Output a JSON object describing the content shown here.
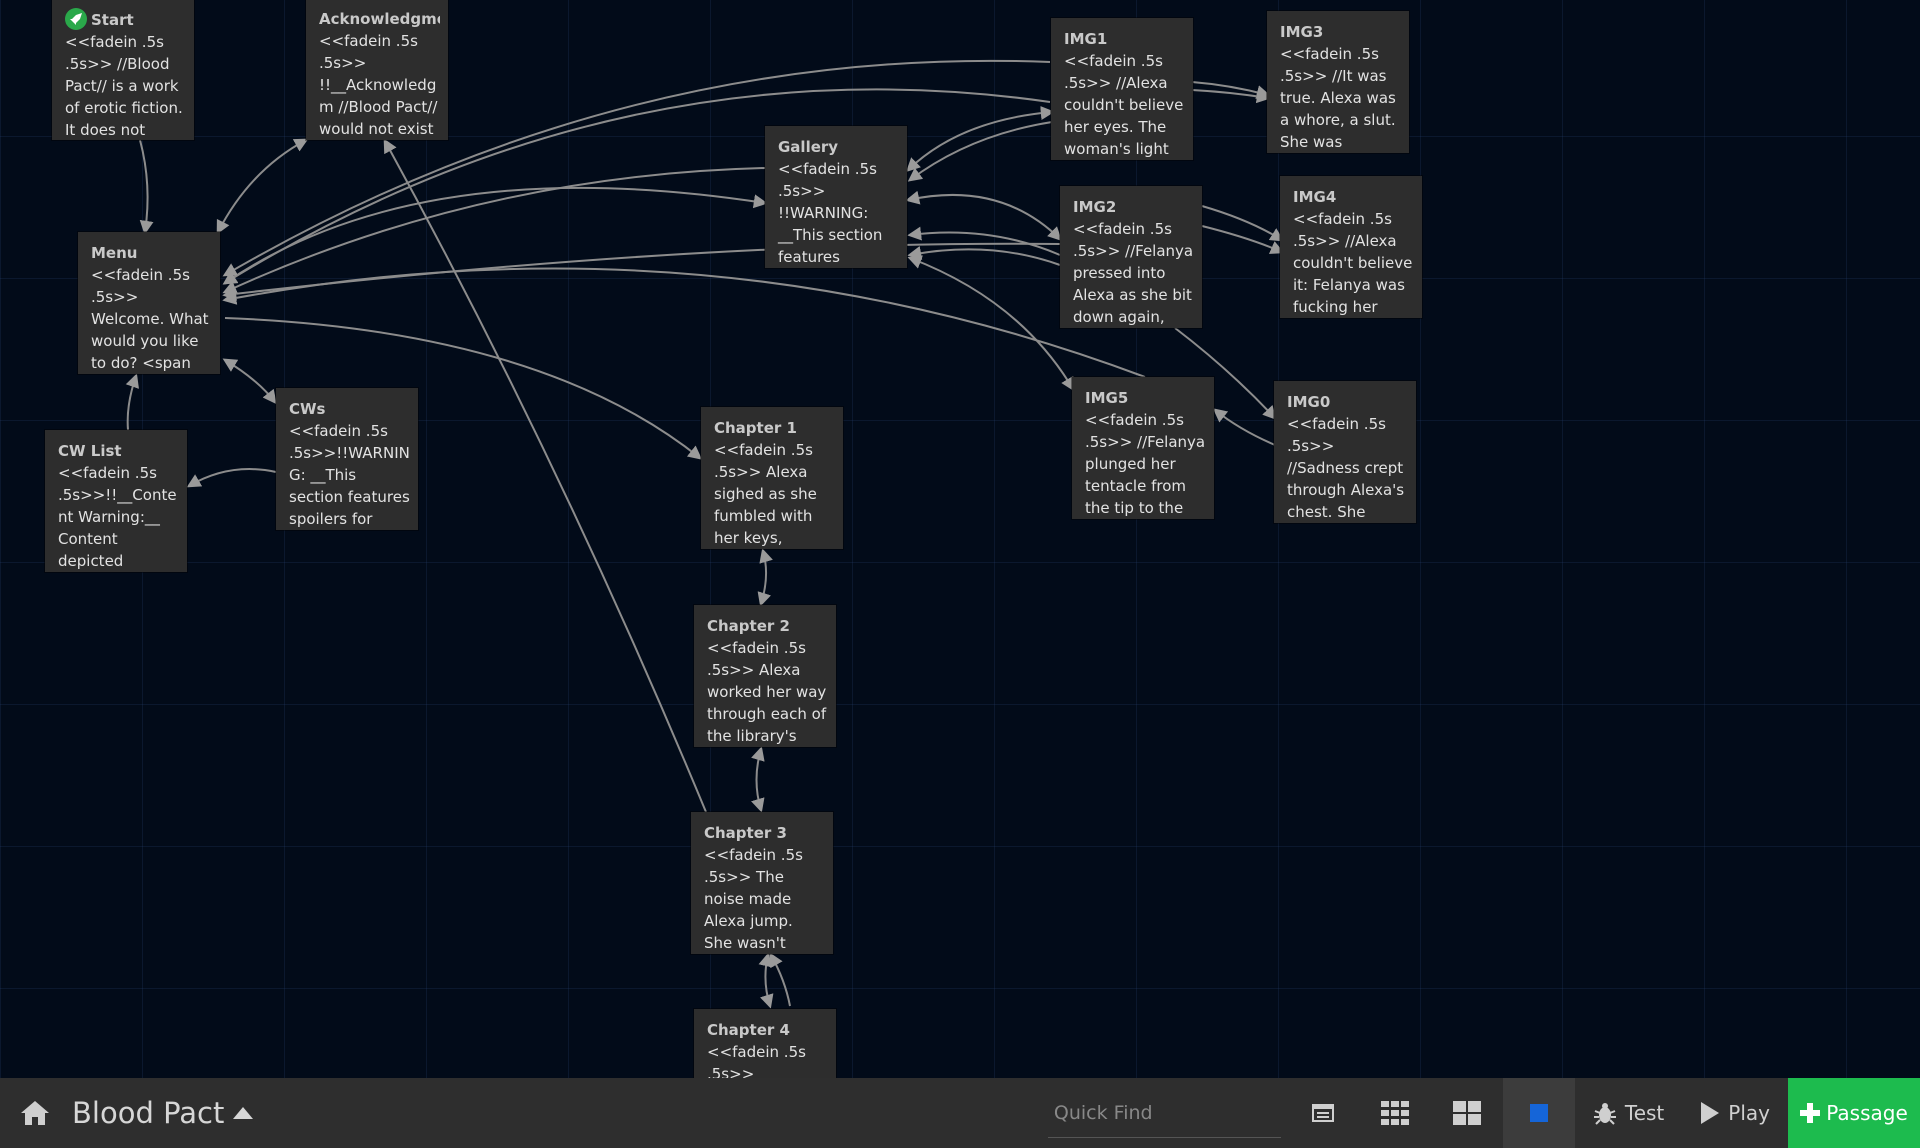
{
  "toolbar": {
    "story_name": "Blood Pact",
    "quick_find_placeholder": "Quick Find",
    "test_label": "Test",
    "play_label": "Play",
    "add_passage_label": "Passage",
    "home_icon": "home-icon",
    "story_menu_icon": "caret-up-icon",
    "view_icons": [
      "story-details-icon",
      "small-grid-icon",
      "medium-grid-icon",
      "large-square-icon"
    ],
    "accent_add_color": "#1dbb4e",
    "accent_zoom_color": "#1565d8"
  },
  "passages": [
    {
      "id": "start",
      "title": "Start",
      "excerpt": "<<fadein .5s .5s>> //Blood Pact// is a work of erotic fiction. It does not",
      "is_start": true
    },
    {
      "id": "acknowledgments",
      "title": "Acknowledgmen",
      "excerpt": "<<fadein .5s .5s>> !!__Acknowledgm //Blood Pact// would not exist"
    },
    {
      "id": "menu",
      "title": "Menu",
      "excerpt": "<<fadein .5s .5s>> Welcome. What would you like to do? <span"
    },
    {
      "id": "cw-list",
      "title": "CW List",
      "excerpt": "<<fadein .5s .5s>>!!__Content Warning:__ Content depicted"
    },
    {
      "id": "cws",
      "title": "CWs",
      "excerpt": "<<fadein .5s .5s>>!!WARNING: __This section features spoilers for"
    },
    {
      "id": "gallery",
      "title": "Gallery",
      "excerpt": "<<fadein .5s .5s>> !!WARNING: __This section features"
    },
    {
      "id": "img1",
      "title": "IMG1",
      "excerpt": "<<fadein .5s .5s>> //Alexa couldn't believe her eyes. The woman's light"
    },
    {
      "id": "img3",
      "title": "IMG3",
      "excerpt": "<<fadein .5s .5s>> //It was true. Alexa was a whore, a slut. She was"
    },
    {
      "id": "img2",
      "title": "IMG2",
      "excerpt": "<<fadein .5s .5s>> //Felanya pressed into Alexa as she bit down again,"
    },
    {
      "id": "img4",
      "title": "IMG4",
      "excerpt": "<<fadein .5s .5s>> //Alexa couldn't believe it: Felanya was fucking her"
    },
    {
      "id": "img5",
      "title": "IMG5",
      "excerpt": "<<fadein .5s .5s>> //Felanya plunged her tentacle from the tip to the"
    },
    {
      "id": "img0",
      "title": "IMG0",
      "excerpt": "<<fadein .5s .5s>> //Sadness crept through Alexa's chest. She knew what"
    },
    {
      "id": "chapter-1",
      "title": "Chapter 1",
      "excerpt": "<<fadein .5s .5s>> Alexa sighed as she fumbled with her keys,"
    },
    {
      "id": "chapter-2",
      "title": "Chapter 2",
      "excerpt": "<<fadein .5s .5s>> Alexa worked her way through each of the library's"
    },
    {
      "id": "chapter-3",
      "title": "Chapter 3",
      "excerpt": "<<fadein .5s .5s>> The noise made Alexa jump. She wasn't used to"
    },
    {
      "id": "chapter-4",
      "title": "Chapter 4",
      "excerpt": "<<fadein .5s .5s>>"
    }
  ]
}
